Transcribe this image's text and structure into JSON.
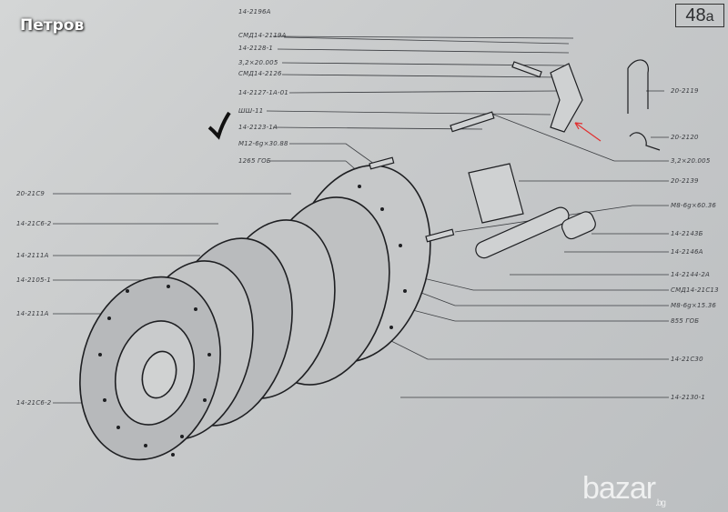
{
  "owner_name": "Петров",
  "page_number": "48",
  "page_suffix": "a",
  "watermark": {
    "text": "bazar",
    "tld": ".bg"
  },
  "left_labels": [
    "14-2196A",
    "СМД14-2119А",
    "14-2128-1",
    "3,2×20.005",
    "СМД14-2126",
    "14-2127-1А-01",
    "ШШ-11",
    "14-2123-1А",
    "М12-6g×30.88",
    "1265 ГОБ",
    "20-21С9",
    "14-21С6-2",
    "14-2111А",
    "14-2105-1",
    "14-2111А",
    "14-21С6-2"
  ],
  "right_labels": [
    "20-2119",
    "20-2120",
    "3,2×20.005",
    "20-2139",
    "М8-6g×60.36",
    "14-2143Б",
    "14-2146А",
    "14-2144-2А",
    "СМД14-21С13",
    "М8-6g×15.36",
    "855 ГОБ",
    "14-21С30",
    "14-2130-1"
  ]
}
